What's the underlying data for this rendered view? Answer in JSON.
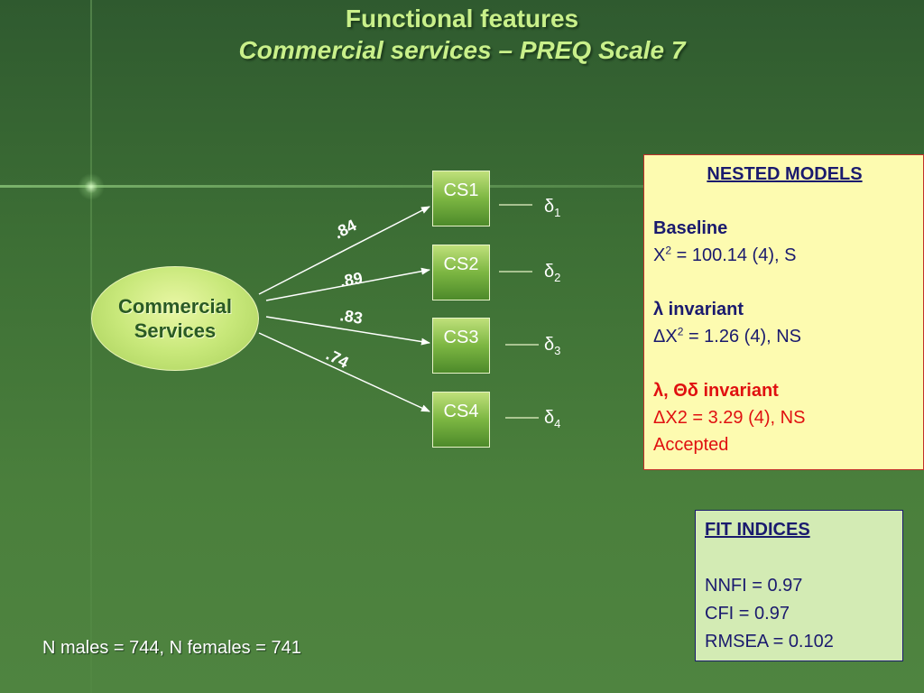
{
  "title": {
    "line1": "Functional  features",
    "line2": "Commercial services – PREQ Scale 7"
  },
  "latent": {
    "line1": "Commercial",
    "line2": "Services"
  },
  "indicators": [
    {
      "label": "CS1",
      "loading": ".84",
      "error": "δ",
      "error_sub": "1"
    },
    {
      "label": "CS2",
      "loading": ".89",
      "error": "δ",
      "error_sub": "2"
    },
    {
      "label": "CS3",
      "loading": ".83",
      "error": "δ",
      "error_sub": "3"
    },
    {
      "label": "CS4",
      "loading": ".74",
      "error": "δ",
      "error_sub": "4"
    }
  ],
  "nested_models": {
    "heading": "NESTED MODELS",
    "baseline_title": "Baseline",
    "baseline_chi_pre": "X",
    "baseline_chi_sup": "2",
    "baseline_chi_post": " = 100.14 (4), S",
    "lambda_symbol": "λ",
    "lambda_title": " invariant",
    "lambda_chi_pre": "ΔX",
    "lambda_chi_sup": "2",
    "lambda_chi_post": " = 1.26 (4), NS",
    "theta_title": ", Θδ invariant",
    "theta_chi": "ΔX2 = 3.29 (4), NS",
    "accepted": "Accepted"
  },
  "fit_indices": {
    "heading": "FIT INDICES",
    "nnfi": "NNFI = 0.97",
    "cfi": "CFI = 0.97",
    "rmsea": "RMSEA = 0.102"
  },
  "footer": "N males = 744, N females = 741",
  "colors": {
    "title": "#c9f08a",
    "nested_bg": "#fdfbb0",
    "nested_text": "#1a1a6e",
    "accent_red": "#e01010",
    "fit_bg": "#d3ebb4"
  }
}
